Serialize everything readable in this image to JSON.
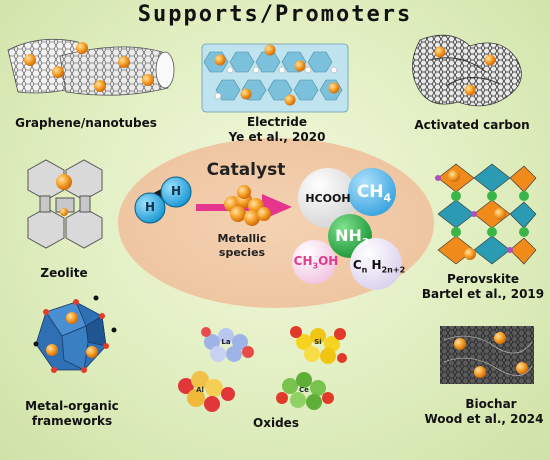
{
  "title": "Supports/Promoters",
  "supports": {
    "graphene": "Graphene/nanotubes",
    "electride": "Electride",
    "electride_ref": "Ye et al., 2020",
    "activated_carbon": "Activated carbon",
    "zeolite": "Zeolite",
    "perovskite": "Perovskite",
    "perovskite_ref": "Bartel et al., 2019",
    "mof_line1": "Metal-organic",
    "mof_line2": "frameworks",
    "oxides": "Oxides",
    "biochar": "Biochar",
    "biochar_ref": "Wood et al., 2024"
  },
  "center": {
    "catalyst": "Catalyst",
    "metallic_line1": "Metallic",
    "metallic_line2": "species",
    "h_atom": "H"
  },
  "products": {
    "hcooh": "HCOOH",
    "ch4": "CH",
    "ch4_sub": "4",
    "nh3": "NH",
    "nh3_sub": "3",
    "ch3oh": "CH",
    "ch3oh_sub": "3",
    "ch3oh_rest": "OH",
    "cnh": "C",
    "cnh_sub1": "n",
    "cnh_mid": " H",
    "cnh_sub2": "2n+2"
  },
  "oxide_atoms": {
    "la": "La",
    "si": "Si",
    "al": "Al",
    "ce": "Ce"
  },
  "colors": {
    "accent_orange": "#f39a1e",
    "arrow_pink": "#e6358f",
    "hydrogen_blue": "#33b6ea",
    "nh3_green": "#2bb34a",
    "ch4_blue": "#3fa7e0",
    "ch3oh_magenta": "#e23a8e"
  }
}
